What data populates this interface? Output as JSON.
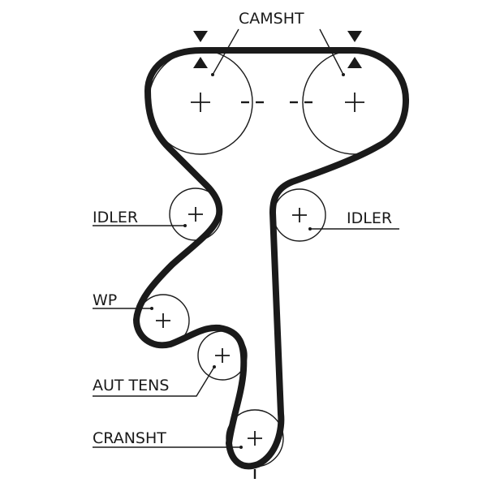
{
  "labels": {
    "camshaft": "CAMSHT",
    "idler_left": "IDLER",
    "idler_right": "IDLER",
    "water_pump": "WP",
    "auto_tensioner": "AUT TENS",
    "crankshaft": "CRANSHT"
  }
}
